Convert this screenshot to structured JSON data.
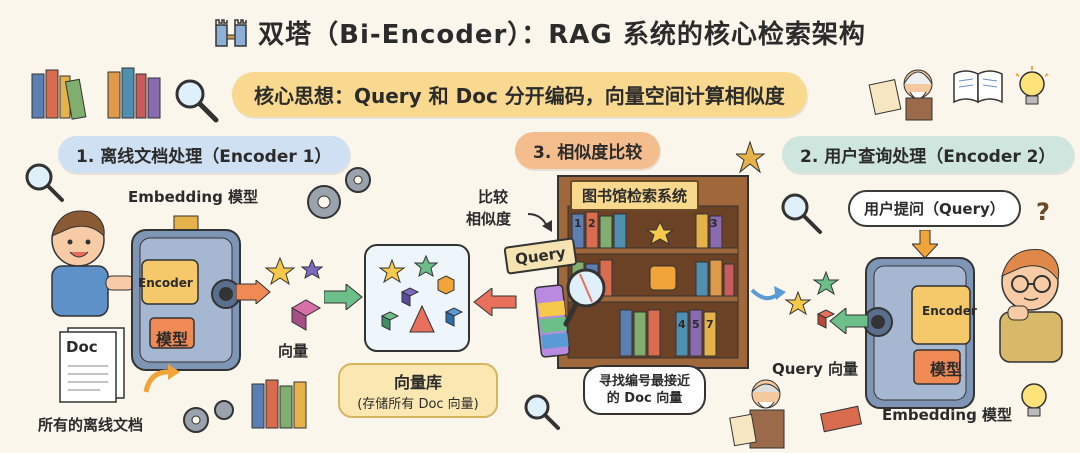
{
  "title": "双塔（Bi-Encoder）：RAG 系统的核心检索架构",
  "subtitle": "核心思想：Query 和 Doc 分开编码，向量空间计算相似度",
  "sections": {
    "offline": "1. 离线文档处理（Encoder 1）",
    "similarity": "3. 相似度比较",
    "query": "2. 用户查询处理（Encoder 2）"
  },
  "left": {
    "model_label": "Embedding 模型",
    "encoder_text": "Encoder",
    "model_text": "模型",
    "doc_text": "Doc",
    "docs_caption": "所有的离线文档",
    "vector_label": "向量"
  },
  "vector_db": {
    "title": "向量库",
    "caption": "(存储所有 Doc 向量)"
  },
  "center": {
    "compare_line1": "比较",
    "compare_line2": "相似度",
    "library_sign": "图书馆检索系统",
    "query_card": "Query",
    "search_line1": "寻找编号最接近",
    "search_line2": "的 Doc 向量",
    "shelf_labels": [
      "1",
      "2",
      "3",
      "4",
      "5",
      "7"
    ]
  },
  "right": {
    "question_bubble": "用户提问（Query）",
    "encoder_text": "Encoder",
    "model_text": "模型",
    "vector_label": "Query 向量",
    "model_label": "Embedding 模型"
  },
  "colors": {
    "background": "#faf6ec",
    "subtitle_bg": "#f8d98f",
    "offline_bg": "#cfe0f3",
    "similarity_bg": "#f4bd8e",
    "query_bg": "#cfe6df",
    "machine": "#7f95b6",
    "arrow_green": "#6dbf8a",
    "arrow_red": "#e8705c",
    "arrow_orange": "#f0a43a"
  }
}
